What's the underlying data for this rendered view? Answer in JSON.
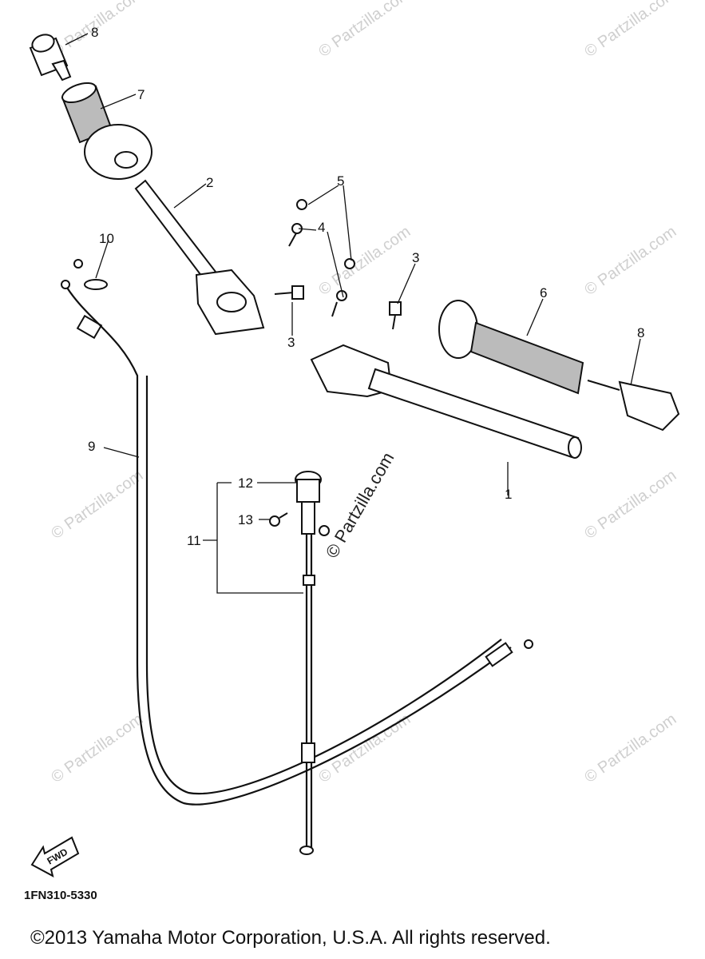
{
  "callouts": {
    "c1": "1",
    "c2": "2",
    "c3a": "3",
    "c3b": "3",
    "c4": "4",
    "c5": "5",
    "c6": "6",
    "c7": "7",
    "c8a": "8",
    "c8b": "8",
    "c9": "9",
    "c10": "10",
    "c11": "11",
    "c12": "12",
    "c13": "13"
  },
  "fwd_label": "FWD",
  "diagram_code": "1FN310-5330",
  "copyright": "©2013 Yamaha Motor Corporation, U.S.A. All rights reserved.",
  "watermark": "© Partzilla.com"
}
